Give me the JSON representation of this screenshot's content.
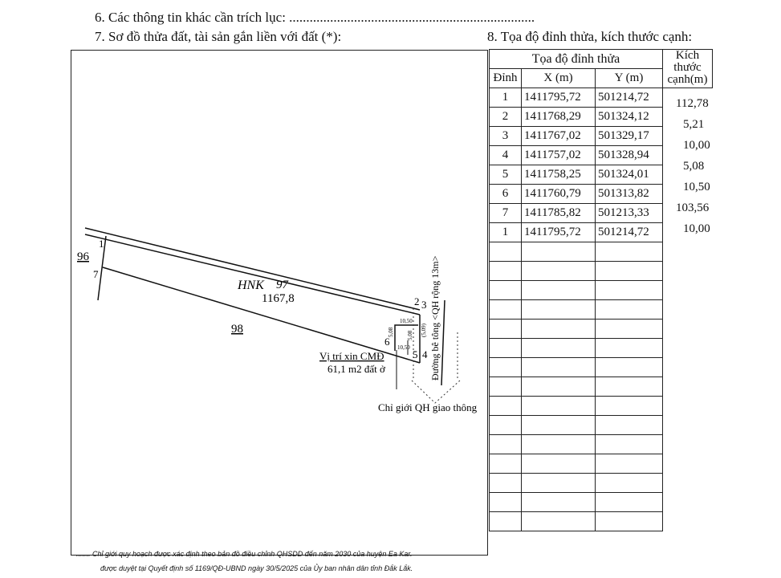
{
  "section6": "6. Các thông tin khác cần trích lục: ........................................................................",
  "section7": "7. Sơ đồ thửa đất, tài sản gắn liền với đất (*):",
  "section8": "8. Tọa độ đỉnh thửa, kích thước cạnh:",
  "diagram": {
    "parcel_type": "HNK",
    "parcel_no": "97",
    "area": "1167,8",
    "neighbor_96": "96",
    "neighbor_98": "98",
    "points": [
      "1",
      "2",
      "3",
      "4",
      "5",
      "6",
      "7"
    ],
    "sub_labels": {
      "top": "10,50",
      "bottom": "10,50",
      "left": "5,08",
      "right": "5,08",
      "road_offset": "(5,09)"
    },
    "cmd_label": "Vị trí xin CMĐ",
    "cmd_area": "61,1 m2 đất ở",
    "road": "Đường bê tông <QH rộng 13m>",
    "boundary": "Chỉ giới QH giao thông"
  },
  "table": {
    "title": "Tọa độ đỉnh thửa",
    "size_header": "Kích thước cạnh(m)",
    "col_point": "Đỉnh",
    "col_x": "X (m)",
    "col_y": "Y (m)",
    "rows": [
      [
        "1",
        "1411795,72",
        "501214,72"
      ],
      [
        "2",
        "1411768,29",
        "501324,12"
      ],
      [
        "3",
        "1411767,02",
        "501329,17"
      ],
      [
        "4",
        "1411757,02",
        "501328,94"
      ],
      [
        "5",
        "1411758,25",
        "501324,01"
      ],
      [
        "6",
        "1411760,79",
        "501313,82"
      ],
      [
        "7",
        "1411785,82",
        "501213,33"
      ],
      [
        "1",
        "1411795,72",
        "501214,72"
      ]
    ],
    "edges": [
      "112,78",
      "5,21",
      "10,00",
      "5,08",
      "10,50",
      "103,56",
      "10,00"
    ]
  },
  "notes": [
    "....... Chỉ giới quy hoạch được xác định theo bản đồ điều chỉnh QHSDD đến năm 2030 của huyện Ea Kar.",
    "được duyệt tại Quyết định số 1169/QĐ-UBND ngày 30/5/2025 của Ủy ban nhân dân tỉnh Đắk Lắk."
  ]
}
